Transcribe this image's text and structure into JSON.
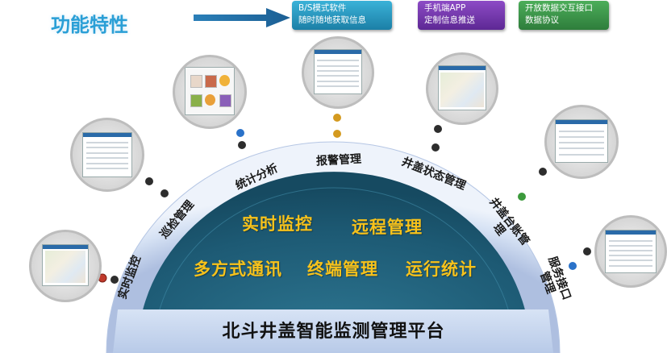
{
  "title": "功能特性",
  "features": [
    {
      "line1": "B/S模式软件",
      "line2": "随时随地获取信息",
      "color": "#2a9fd6"
    },
    {
      "line1": "手机端APP",
      "line2": "定制信息推送",
      "color": "#7a3db8"
    },
    {
      "line1": "开放数据交互接口",
      "line2": "数据协议",
      "color": "#3d9a4b"
    }
  ],
  "categories": [
    "实时监控",
    "巡检管理",
    "统计分析",
    "报警管理",
    "井盖状态管理",
    "井盖台账管理",
    "服务接口管理"
  ],
  "core_functions": [
    "实时监控",
    "远程管理",
    "多方式通讯",
    "终端管理",
    "运行统计"
  ],
  "platform_title": "北斗井盖智能监测管理平台",
  "colors": {
    "dome_dark": "#1f5f7a",
    "dome_ring": "#c9d8ef",
    "core_text": "#f7c21b",
    "title": "#2a9fd6"
  }
}
